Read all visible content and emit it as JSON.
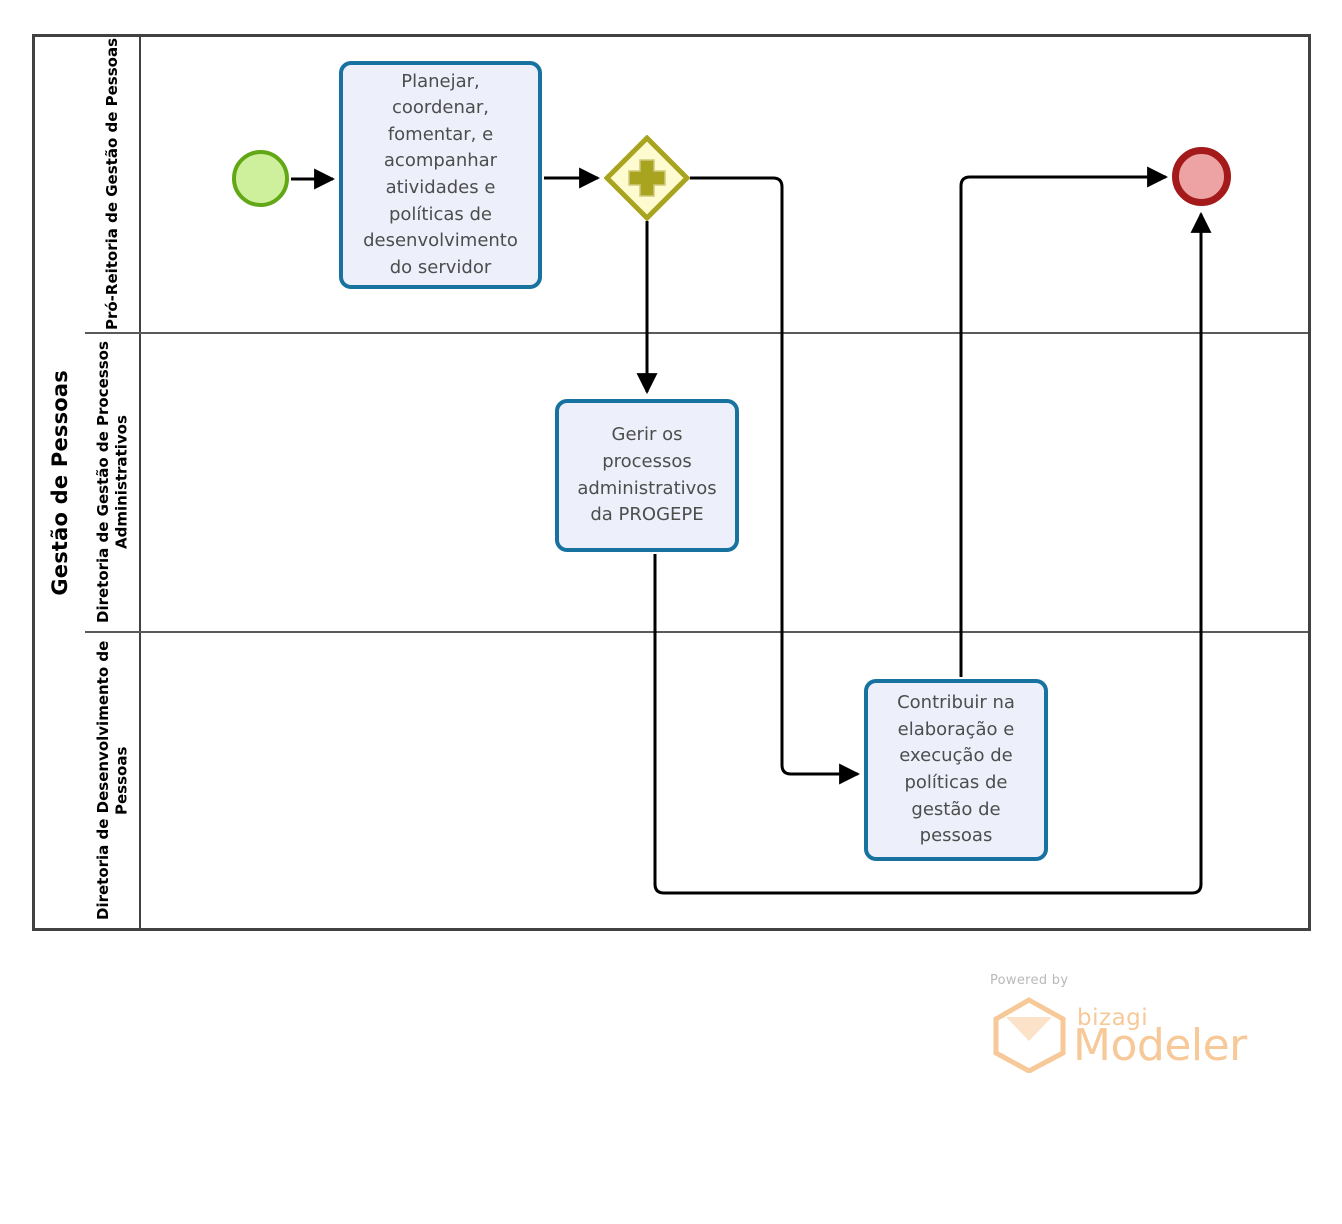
{
  "diagram": {
    "type": "bpmn-process",
    "pool": {
      "title": "Gestão de Pessoas"
    },
    "lanes": [
      {
        "id": "lane-0",
        "label": "Pró-Reitoria de Gestão de Pessoas"
      },
      {
        "id": "lane-1",
        "label": "Diretoria de Gestão de Processos Administrativos"
      },
      {
        "id": "lane-2",
        "label": "Diretoria de Desenvolvimento de Pessoas"
      }
    ],
    "nodes": [
      {
        "id": "start-event",
        "type": "start-event",
        "lane": "lane-0",
        "label": ""
      },
      {
        "id": "task-0",
        "type": "task",
        "lane": "lane-0",
        "label": "Planejar, coordenar, fomentar, e acompanhar atividades e políticas de desenvolvimento do servidor"
      },
      {
        "id": "gateway-0",
        "type": "parallel-gateway",
        "lane": "lane-0",
        "label": ""
      },
      {
        "id": "task-1",
        "type": "task",
        "lane": "lane-1",
        "label": "Gerir os processos administrativos da PROGEPE"
      },
      {
        "id": "task-2",
        "type": "task",
        "lane": "lane-2",
        "label": "Contribuir na elaboração e execução de políticas de gestão de pessoas"
      },
      {
        "id": "end-event",
        "type": "end-event",
        "lane": "lane-0",
        "label": ""
      }
    ],
    "flows": [
      {
        "from": "start-event",
        "to": "task-0"
      },
      {
        "from": "task-0",
        "to": "gateway-0"
      },
      {
        "from": "gateway-0",
        "to": "task-1"
      },
      {
        "from": "gateway-0",
        "to": "task-2"
      },
      {
        "from": "task-1",
        "to": "end-event"
      },
      {
        "from": "task-2",
        "to": "end-event"
      }
    ],
    "colors": {
      "pool_border": "#414141",
      "lane_border": "#5a5a5a",
      "task_fill": "#edf0fb",
      "task_border": "#1772a0",
      "task_text": "#4d4d4d",
      "start_fill": "#cef09d",
      "start_border": "#62a716",
      "end_fill": "#eda3a3",
      "end_border": "#a41919",
      "gateway_fill": "#fdfbcf",
      "gateway_border": "#a9a420",
      "gateway_symbol": "#a9a420",
      "flow_line": "#000000",
      "watermark": "#f7c999"
    }
  },
  "watermark": {
    "powered_by": "Powered by",
    "brand": "bizagi",
    "product": "Modeler"
  }
}
